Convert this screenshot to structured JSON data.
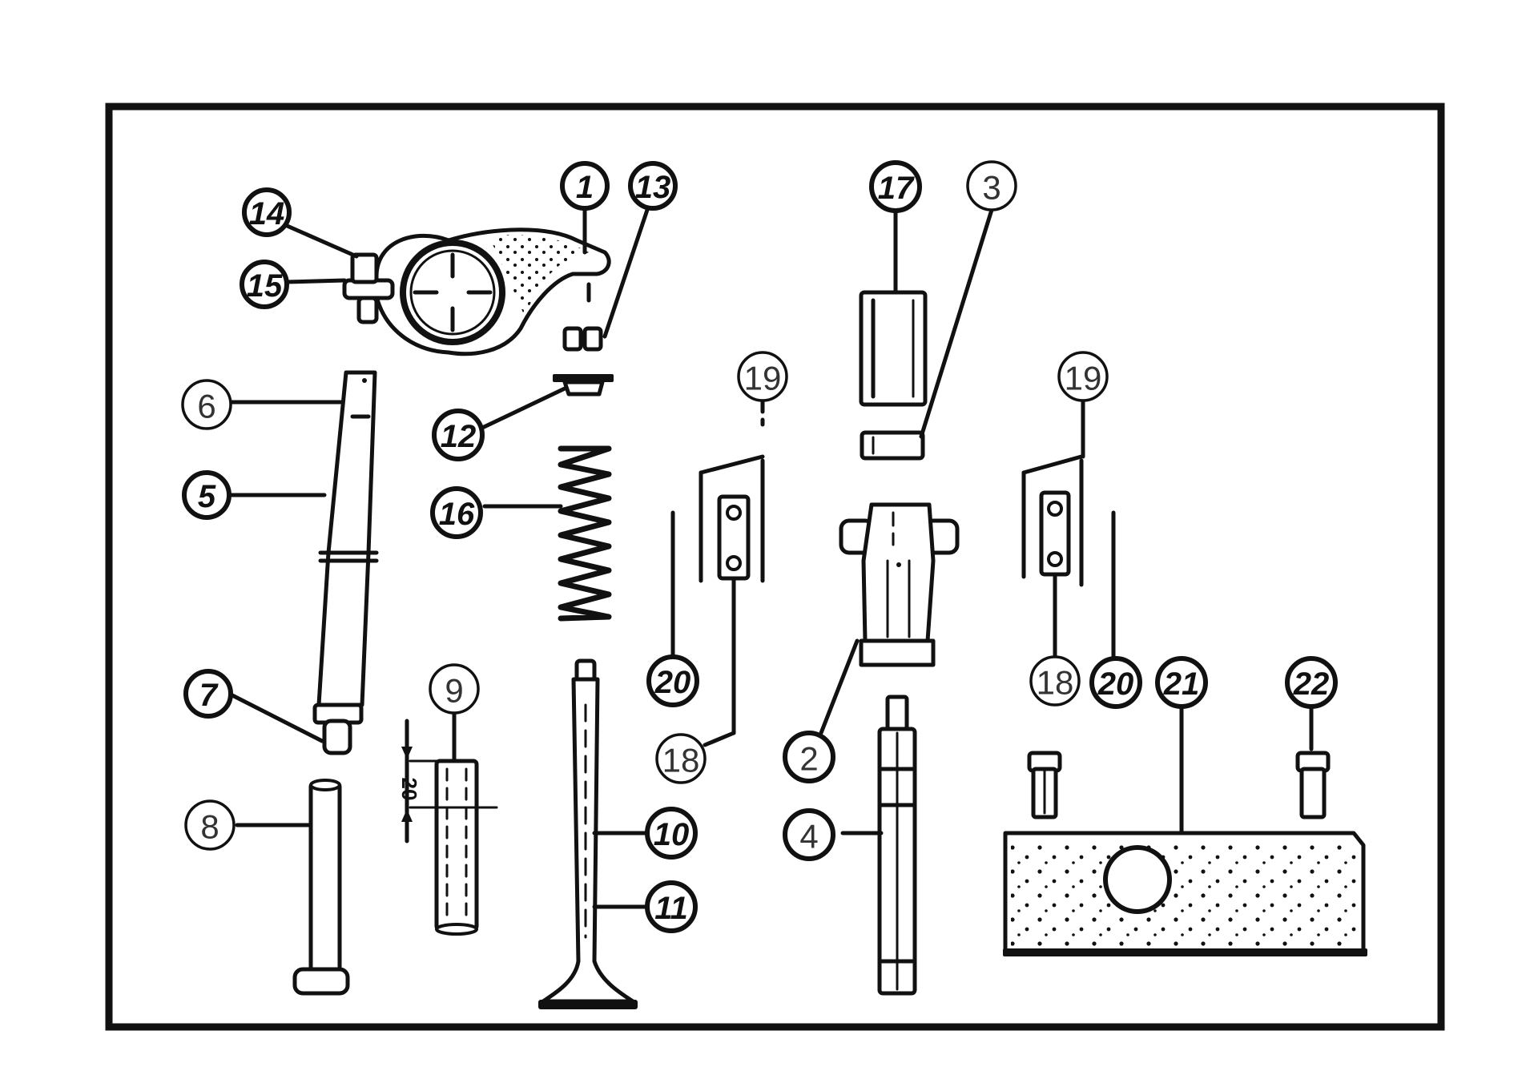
{
  "diagram": {
    "dimension_label": "20",
    "callouts": [
      "1",
      "13",
      "14",
      "15",
      "6",
      "5",
      "12",
      "16",
      "7",
      "8",
      "9",
      "10",
      "11",
      "17",
      "3",
      "19",
      "19",
      "20",
      "18",
      "2",
      "4",
      "18",
      "20",
      "21",
      "22"
    ]
  }
}
